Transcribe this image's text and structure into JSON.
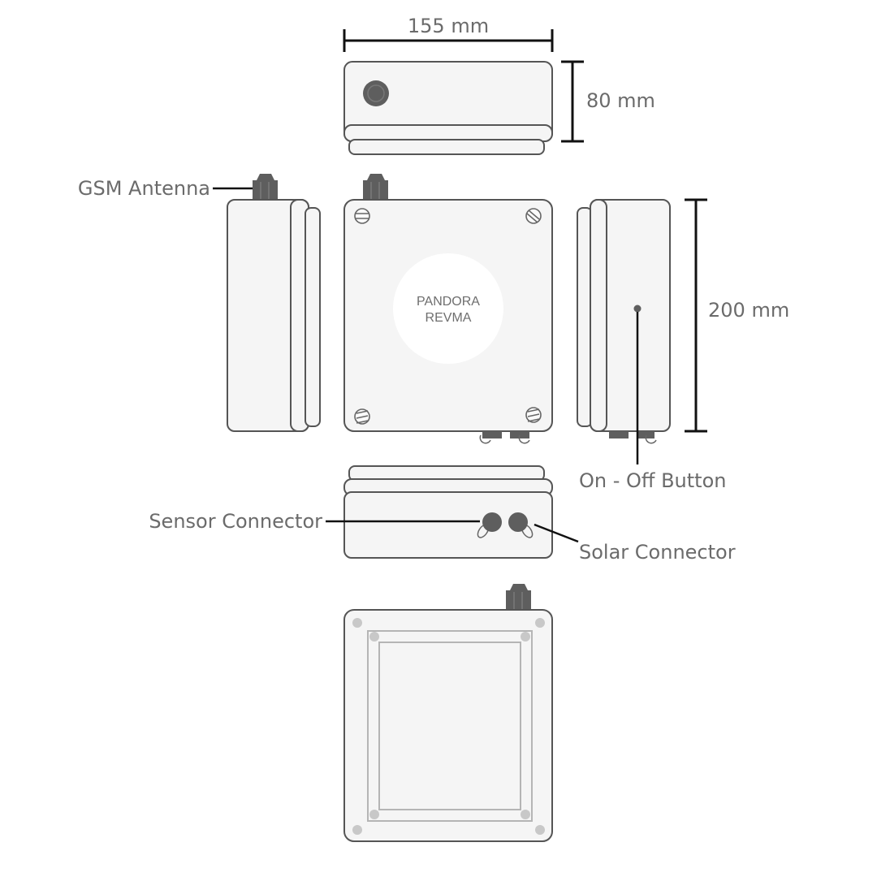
{
  "dimensions": {
    "width": "155 mm",
    "depth": "80 mm",
    "height": "200 mm"
  },
  "callouts": {
    "gsm_antenna": "GSM Antenna",
    "on_off_button": "On - Off Button",
    "sensor_connector": "Sensor Connector",
    "solar_connector": "Solar Connector"
  },
  "logo": {
    "line1": "PANDORA",
    "line2": "REVMA"
  },
  "colors": {
    "outline": "#555555",
    "fill": "#f5f5f5",
    "label_text": "#6b6b6b",
    "dimension_line": "#111111",
    "component": "#5e5e5e"
  }
}
